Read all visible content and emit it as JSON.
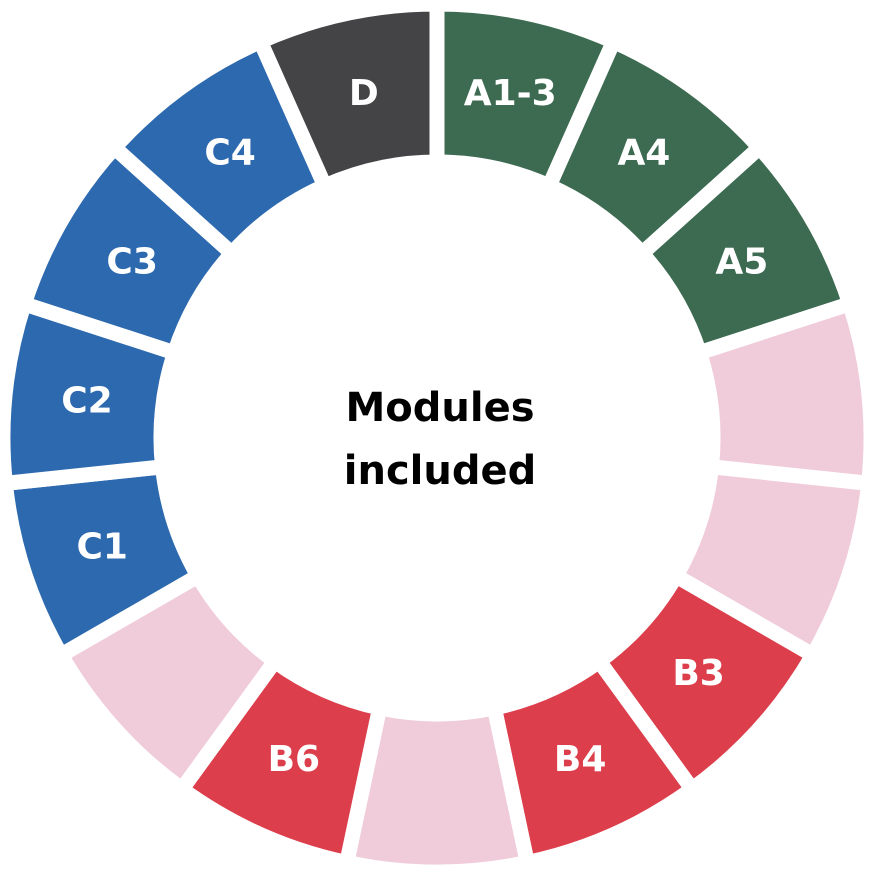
{
  "center": {
    "line1": "Modules",
    "line2": "included"
  },
  "colors": {
    "product_stage": "#3d6b52",
    "use_stage": "#dc3e4b",
    "use_stage_excluded": "#f0cbd9",
    "end_of_life": "#2d69ae",
    "beyond": "#444447",
    "gap": "#ffffff"
  },
  "segments": [
    {
      "label": "A1-3",
      "group": "product_stage",
      "included": true
    },
    {
      "label": "A4",
      "group": "product_stage",
      "included": true
    },
    {
      "label": "A5",
      "group": "product_stage",
      "included": true
    },
    {
      "label": "",
      "group": "use_stage_excluded",
      "included": false
    },
    {
      "label": "",
      "group": "use_stage_excluded",
      "included": false
    },
    {
      "label": "B3",
      "group": "use_stage",
      "included": true
    },
    {
      "label": "B4",
      "group": "use_stage",
      "included": true
    },
    {
      "label": "",
      "group": "use_stage_excluded",
      "included": false
    },
    {
      "label": "B6",
      "group": "use_stage",
      "included": true
    },
    {
      "label": "",
      "group": "use_stage_excluded",
      "included": false
    },
    {
      "label": "C1",
      "group": "end_of_life",
      "included": true
    },
    {
      "label": "C2",
      "group": "end_of_life",
      "included": true
    },
    {
      "label": "C3",
      "group": "end_of_life",
      "included": true
    },
    {
      "label": "C4",
      "group": "end_of_life",
      "included": true
    },
    {
      "label": "D",
      "group": "beyond",
      "included": true
    }
  ]
}
